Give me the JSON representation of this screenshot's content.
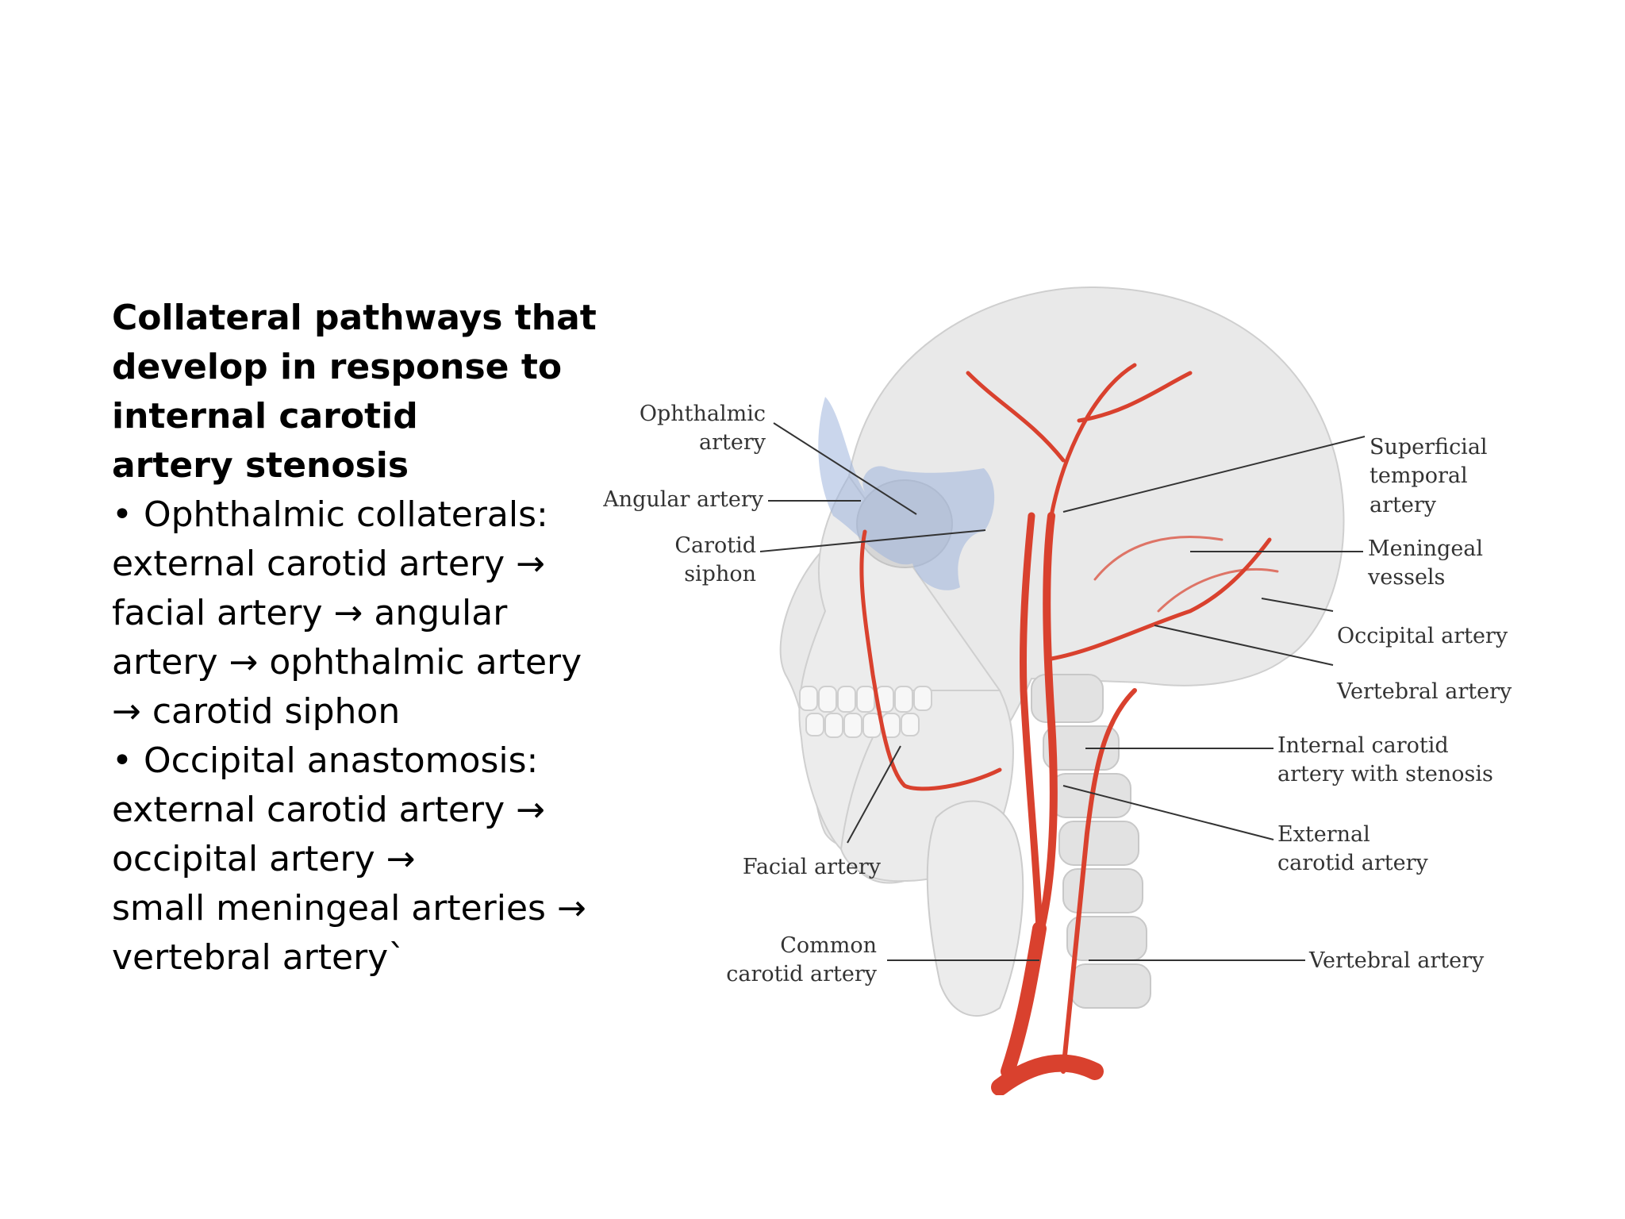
{
  "slide": {
    "heading_lines": [
      "Collateral pathways that",
      "develop in response to",
      "internal carotid",
      "artery stenosis"
    ],
    "body_lines": [
      "• Ophthalmic collaterals:",
      "external carotid artery →",
      "facial artery → angular",
      "artery → ophthalmic artery",
      "→ carotid siphon",
      "• Occipital anastomosis:",
      "external carotid artery →",
      "occipital artery →",
      "small meningeal arteries →",
      "vertebral artery`"
    ]
  },
  "illustration": {
    "labels": {
      "ophthalmic_artery": [
        "Ophthalmic",
        "artery"
      ],
      "angular_artery": "Angular artery",
      "carotid_siphon": [
        "Carotid",
        "siphon"
      ],
      "superficial_temporal": [
        "Superficial",
        "temporal",
        "artery"
      ],
      "meningeal_vessels": [
        "Meningeal",
        "vessels"
      ],
      "occipital_artery": "Occipital artery",
      "vertebral_artery_upper": "Vertebral artery",
      "internal_carotid_stenosis": [
        "Internal carotid",
        "artery with stenosis"
      ],
      "external_carotid": [
        "External",
        "carotid artery"
      ],
      "facial_artery": "Facial artery",
      "common_carotid": [
        "Common",
        "carotid artery"
      ],
      "vertebral_artery_lower": "Vertebral artery"
    },
    "colors": {
      "bone": "#e9e9e9",
      "artery": "#d9412e",
      "sinus_blue": "#9fb4dc"
    }
  }
}
